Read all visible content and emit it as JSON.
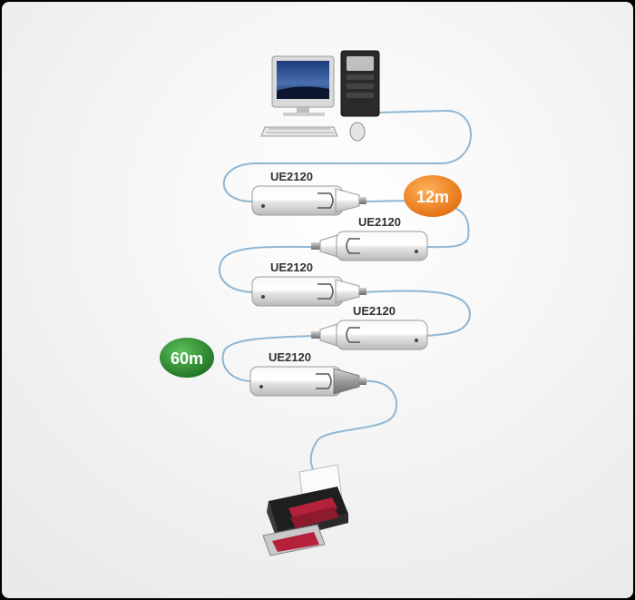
{
  "diagram": {
    "title": "",
    "device_label": "UE2120",
    "extenders": [
      {
        "label": "UE2120"
      },
      {
        "label": "UE2120"
      },
      {
        "label": "UE2120"
      },
      {
        "label": "UE2120"
      },
      {
        "label": "UE2120"
      }
    ],
    "badges": {
      "segment_length": "12m",
      "total_length": "60m"
    },
    "colors": {
      "background": "#f4f4f4",
      "cable": "#8fb6d3",
      "badge_orange": "#f07a1a",
      "badge_green": "#2f8a2f",
      "printer_accent": "#b3213a"
    },
    "icons": {
      "computer": "desktop-computer-icon",
      "printer": "printer-icon"
    }
  }
}
